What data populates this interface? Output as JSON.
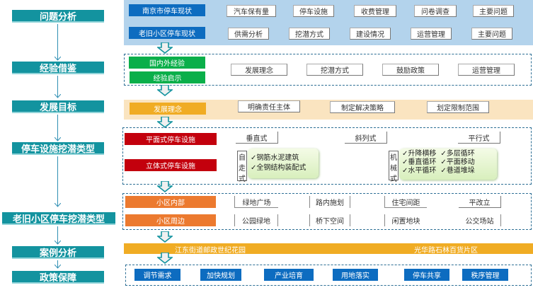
{
  "stages": [
    {
      "label": "问题分析"
    },
    {
      "label": "经验借鉴"
    },
    {
      "label": "发展目标"
    },
    {
      "label": "停车设施挖潜类型"
    },
    {
      "label": "老旧小区停车挖潜类型"
    },
    {
      "label": "案例分析"
    },
    {
      "label": "政策保障"
    }
  ],
  "problem": {
    "rows": [
      {
        "category": "南京市停车现状",
        "items": [
          "汽车保有量",
          "停车设施",
          "收费管理",
          "问卷调查",
          "主要问题"
        ]
      },
      {
        "category": "老旧小区停车现状",
        "items": [
          "供需分析",
          "挖潜方式",
          "建设情况",
          "运营管理",
          "主要问题"
        ]
      }
    ]
  },
  "experience": {
    "categories": [
      "国内外经验",
      "经验启示"
    ],
    "items": [
      "发展理念",
      "挖潜方式",
      "鼓励政策",
      "运营管理"
    ]
  },
  "goal": {
    "category": "发展理念",
    "items": [
      "明确责任主体",
      "制定解决策略",
      "划定限制范围"
    ]
  },
  "facility": {
    "flat": {
      "category": "平面式停车设施",
      "items": [
        "垂直式",
        "斜列式",
        "平行式"
      ]
    },
    "stereo": {
      "category": "立体式停车设施",
      "self_drive": {
        "label": [
          "自",
          "走",
          "式"
        ],
        "items": [
          "✓钢筋水泥建筑",
          "✓全钢结构装配式"
        ]
      },
      "mechanical": {
        "label": [
          "机",
          "械",
          "式"
        ],
        "items": [
          [
            "✓升降横移",
            "✓多层循环"
          ],
          [
            "✓垂直循环",
            "✓平面移动"
          ],
          [
            "✓水平循环",
            "✓巷道堆垛"
          ]
        ]
      }
    }
  },
  "community": {
    "rows": [
      {
        "category": "小区内部",
        "items": [
          "绿地广场",
          "路内施划",
          "住宅间距",
          "平改立"
        ]
      },
      {
        "category": "小区周边",
        "items": [
          "公园绿地",
          "桥下空间",
          "闲置地块",
          "公交场站"
        ]
      }
    ]
  },
  "cases": [
    "江东街道邮政世纪花园",
    "光华路石林百货片区"
  ],
  "policy": {
    "items": [
      "调节需求",
      "加快规划",
      "产业培育",
      "用地落实",
      "停车共享",
      "秩序管理"
    ]
  },
  "colors": {
    "stage": "#13939f",
    "blue": "#0d6cc0",
    "green": "#0aaf4a",
    "gold": "#f0ac24",
    "red": "#c3000d",
    "orange": "#ec7a2f"
  }
}
